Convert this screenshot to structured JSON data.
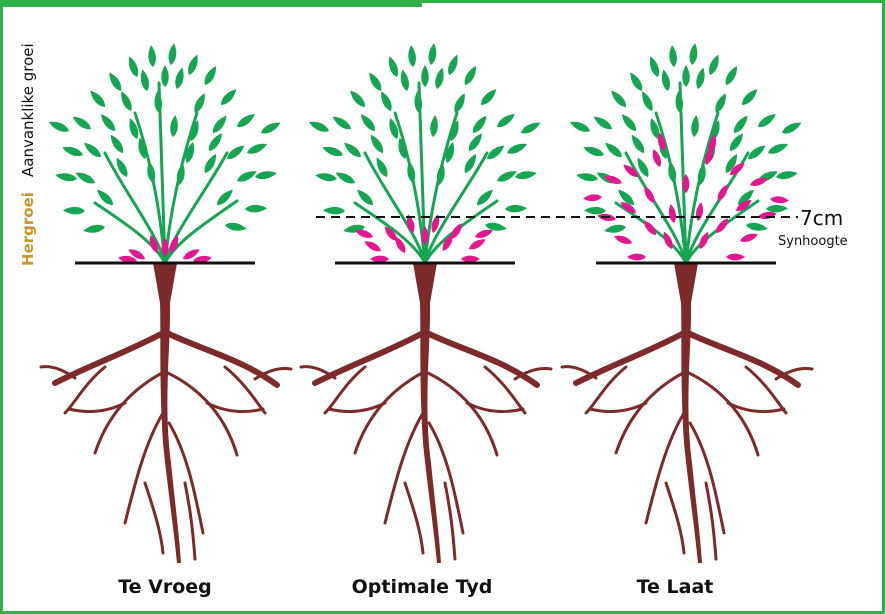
{
  "side_labels": {
    "initial_growth": "Aanvanklike groei",
    "regrowth": "Hergroei"
  },
  "cut_line": {
    "value": "7cm",
    "label": "Synhoogte"
  },
  "stages": [
    {
      "label": "Te Vroeg"
    },
    {
      "label": "Optimale Tyd"
    },
    {
      "label": "Te Laat"
    }
  ],
  "colors": {
    "frame": "#2fb14a",
    "leaf_green": "#16a553",
    "leaf_pink": "#e5178f",
    "root": "#7d2a2a",
    "regrowth_label": "#c9962b"
  }
}
